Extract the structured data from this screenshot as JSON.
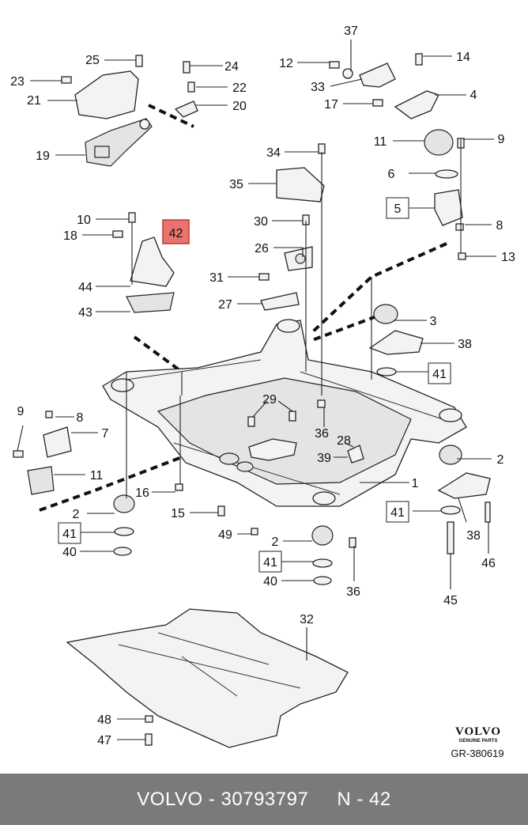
{
  "callouts": {
    "c1": "1",
    "c2a": "2",
    "c2b": "2",
    "c2c": "2",
    "c3": "3",
    "c4": "4",
    "c5": "5",
    "c6": "6",
    "c7": "7",
    "c8a": "8",
    "c8b": "8",
    "c9a": "9",
    "c9b": "9",
    "c10": "10",
    "c11a": "11",
    "c11b": "11",
    "c12": "12",
    "c13": "13",
    "c14": "14",
    "c15": "15",
    "c16": "16",
    "c17": "17",
    "c18": "18",
    "c19": "19",
    "c20": "20",
    "c21": "21",
    "c22": "22",
    "c23": "23",
    "c24": "24",
    "c25": "25",
    "c26": "26",
    "c27": "27",
    "c28": "28",
    "c29": "29",
    "c30": "30",
    "c31": "31",
    "c32": "32",
    "c33": "33",
    "c34": "34",
    "c35": "35",
    "c36a": "36",
    "c36b": "36",
    "c37": "37",
    "c38a": "38",
    "c38b": "38",
    "c39": "39",
    "c40a": "40",
    "c40b": "40",
    "c41a": "41",
    "c41b": "41",
    "c41c": "41",
    "c41d": "41",
    "c42": "42",
    "c43": "43",
    "c44": "44",
    "c45": "45",
    "c46": "46",
    "c47": "47",
    "c48": "48",
    "c49": "49"
  },
  "brand": {
    "logo_text": "VOLVO",
    "logo_sub": "GENUINE PARTS",
    "diagram_ref": "GR-380619"
  },
  "footer": {
    "make": "VOLVO - 30793797",
    "part_ref": "N - 42"
  },
  "colors": {
    "highlight_fill": "#e8736f",
    "highlight_stroke": "#c0392b",
    "footer_bg": "#7a7a7a"
  }
}
